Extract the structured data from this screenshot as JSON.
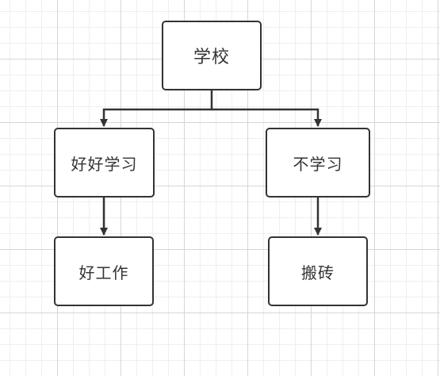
{
  "diagram": {
    "nodes": {
      "school": "学校",
      "study_hard": "好好学习",
      "not_study": "不学习",
      "good_job": "好工作",
      "move_bricks": "搬砖"
    },
    "edges": [
      {
        "from": "学校",
        "to": "好好学习"
      },
      {
        "from": "学校",
        "to": "不学习"
      },
      {
        "from": "好好学习",
        "to": "好工作"
      },
      {
        "from": "不学习",
        "to": "搬砖"
      }
    ],
    "colors": {
      "stroke": "#333333",
      "node_fill": "#ffffff",
      "grid_major": "#d6d6d6",
      "grid_minor": "#efefef"
    }
  }
}
